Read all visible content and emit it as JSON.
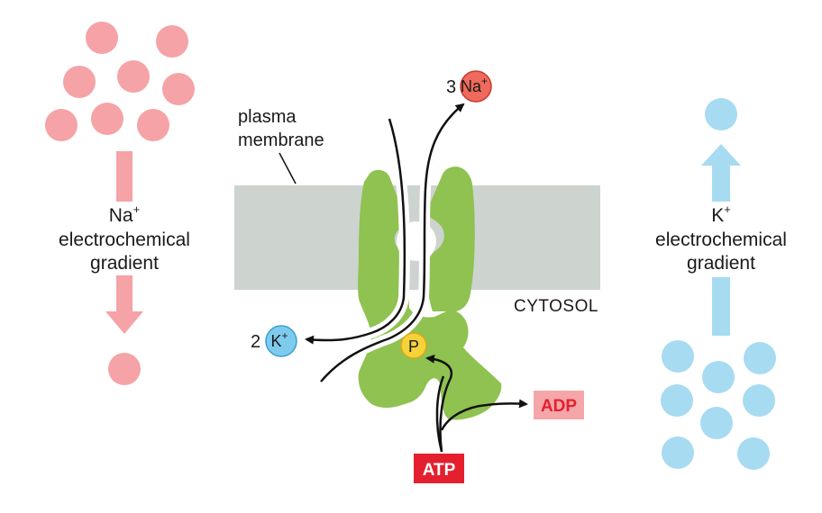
{
  "colors": {
    "na_ion": "#f5a3a6",
    "na_ion_badge": "#ef6a5c",
    "k_ion": "#a6dbf2",
    "k_ion_badge": "#7ecbee",
    "membrane": "#cdd3cf",
    "pump": "#8fc251",
    "phosphate": "#f6d23a",
    "atp_box": "#e4202f",
    "adp_box": "#f4a6a8",
    "adp_text": "#e4202f"
  },
  "labels": {
    "plasma_membrane_line1": "plasma",
    "plasma_membrane_line2": "membrane",
    "cytosol": "CYTOSOL",
    "na_gradient_ion": "Na",
    "na_gradient_charge": "+",
    "na_gradient_line2": "electrochemical",
    "na_gradient_line3": "gradient",
    "k_gradient_ion": "K",
    "k_gradient_charge": "+",
    "k_gradient_line2": "electrochemical",
    "k_gradient_line3": "gradient",
    "na_count": "3",
    "na_symbol": "Na",
    "na_charge": "+",
    "k_count": "2",
    "k_symbol": "K",
    "k_charge": "+",
    "phosphate": "P",
    "atp": "ATP",
    "adp": "ADP"
  }
}
